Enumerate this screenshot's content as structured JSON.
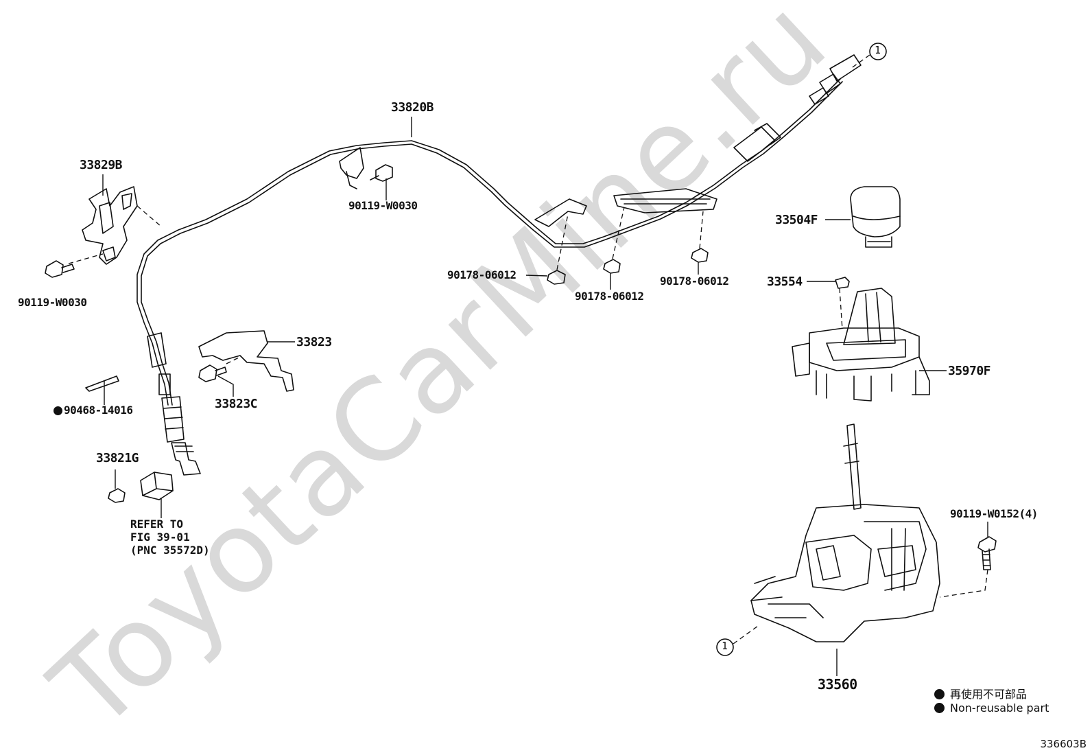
{
  "watermark": "ToyotaCarMine.ru",
  "figure_number": "336603B",
  "callout_marker": "1",
  "parts": {
    "p33820B": "33820B",
    "p33829B": "33829B",
    "p90119_w0030_top": "90119-W0030",
    "p90119_w0030_left": "90119-W0030",
    "p33504F": "33504F",
    "p90178_a": "90178-06012",
    "p90178_b": "90178-06012",
    "p90178_c": "90178-06012",
    "p33554": "33554",
    "p33823": "33823",
    "p35970F": "35970F",
    "p90468": "90468-14016",
    "p33823C": "33823C",
    "p33821G": "33821G",
    "p90119_w0152": "90119-W0152(4)",
    "p33560": "33560"
  },
  "reference_note": {
    "line1": "REFER TO",
    "line2": "FIG 39-01",
    "line3": "(PNC 35572D)"
  },
  "legend": {
    "jp": "再使用不可部品",
    "en": "Non-reusable part"
  }
}
